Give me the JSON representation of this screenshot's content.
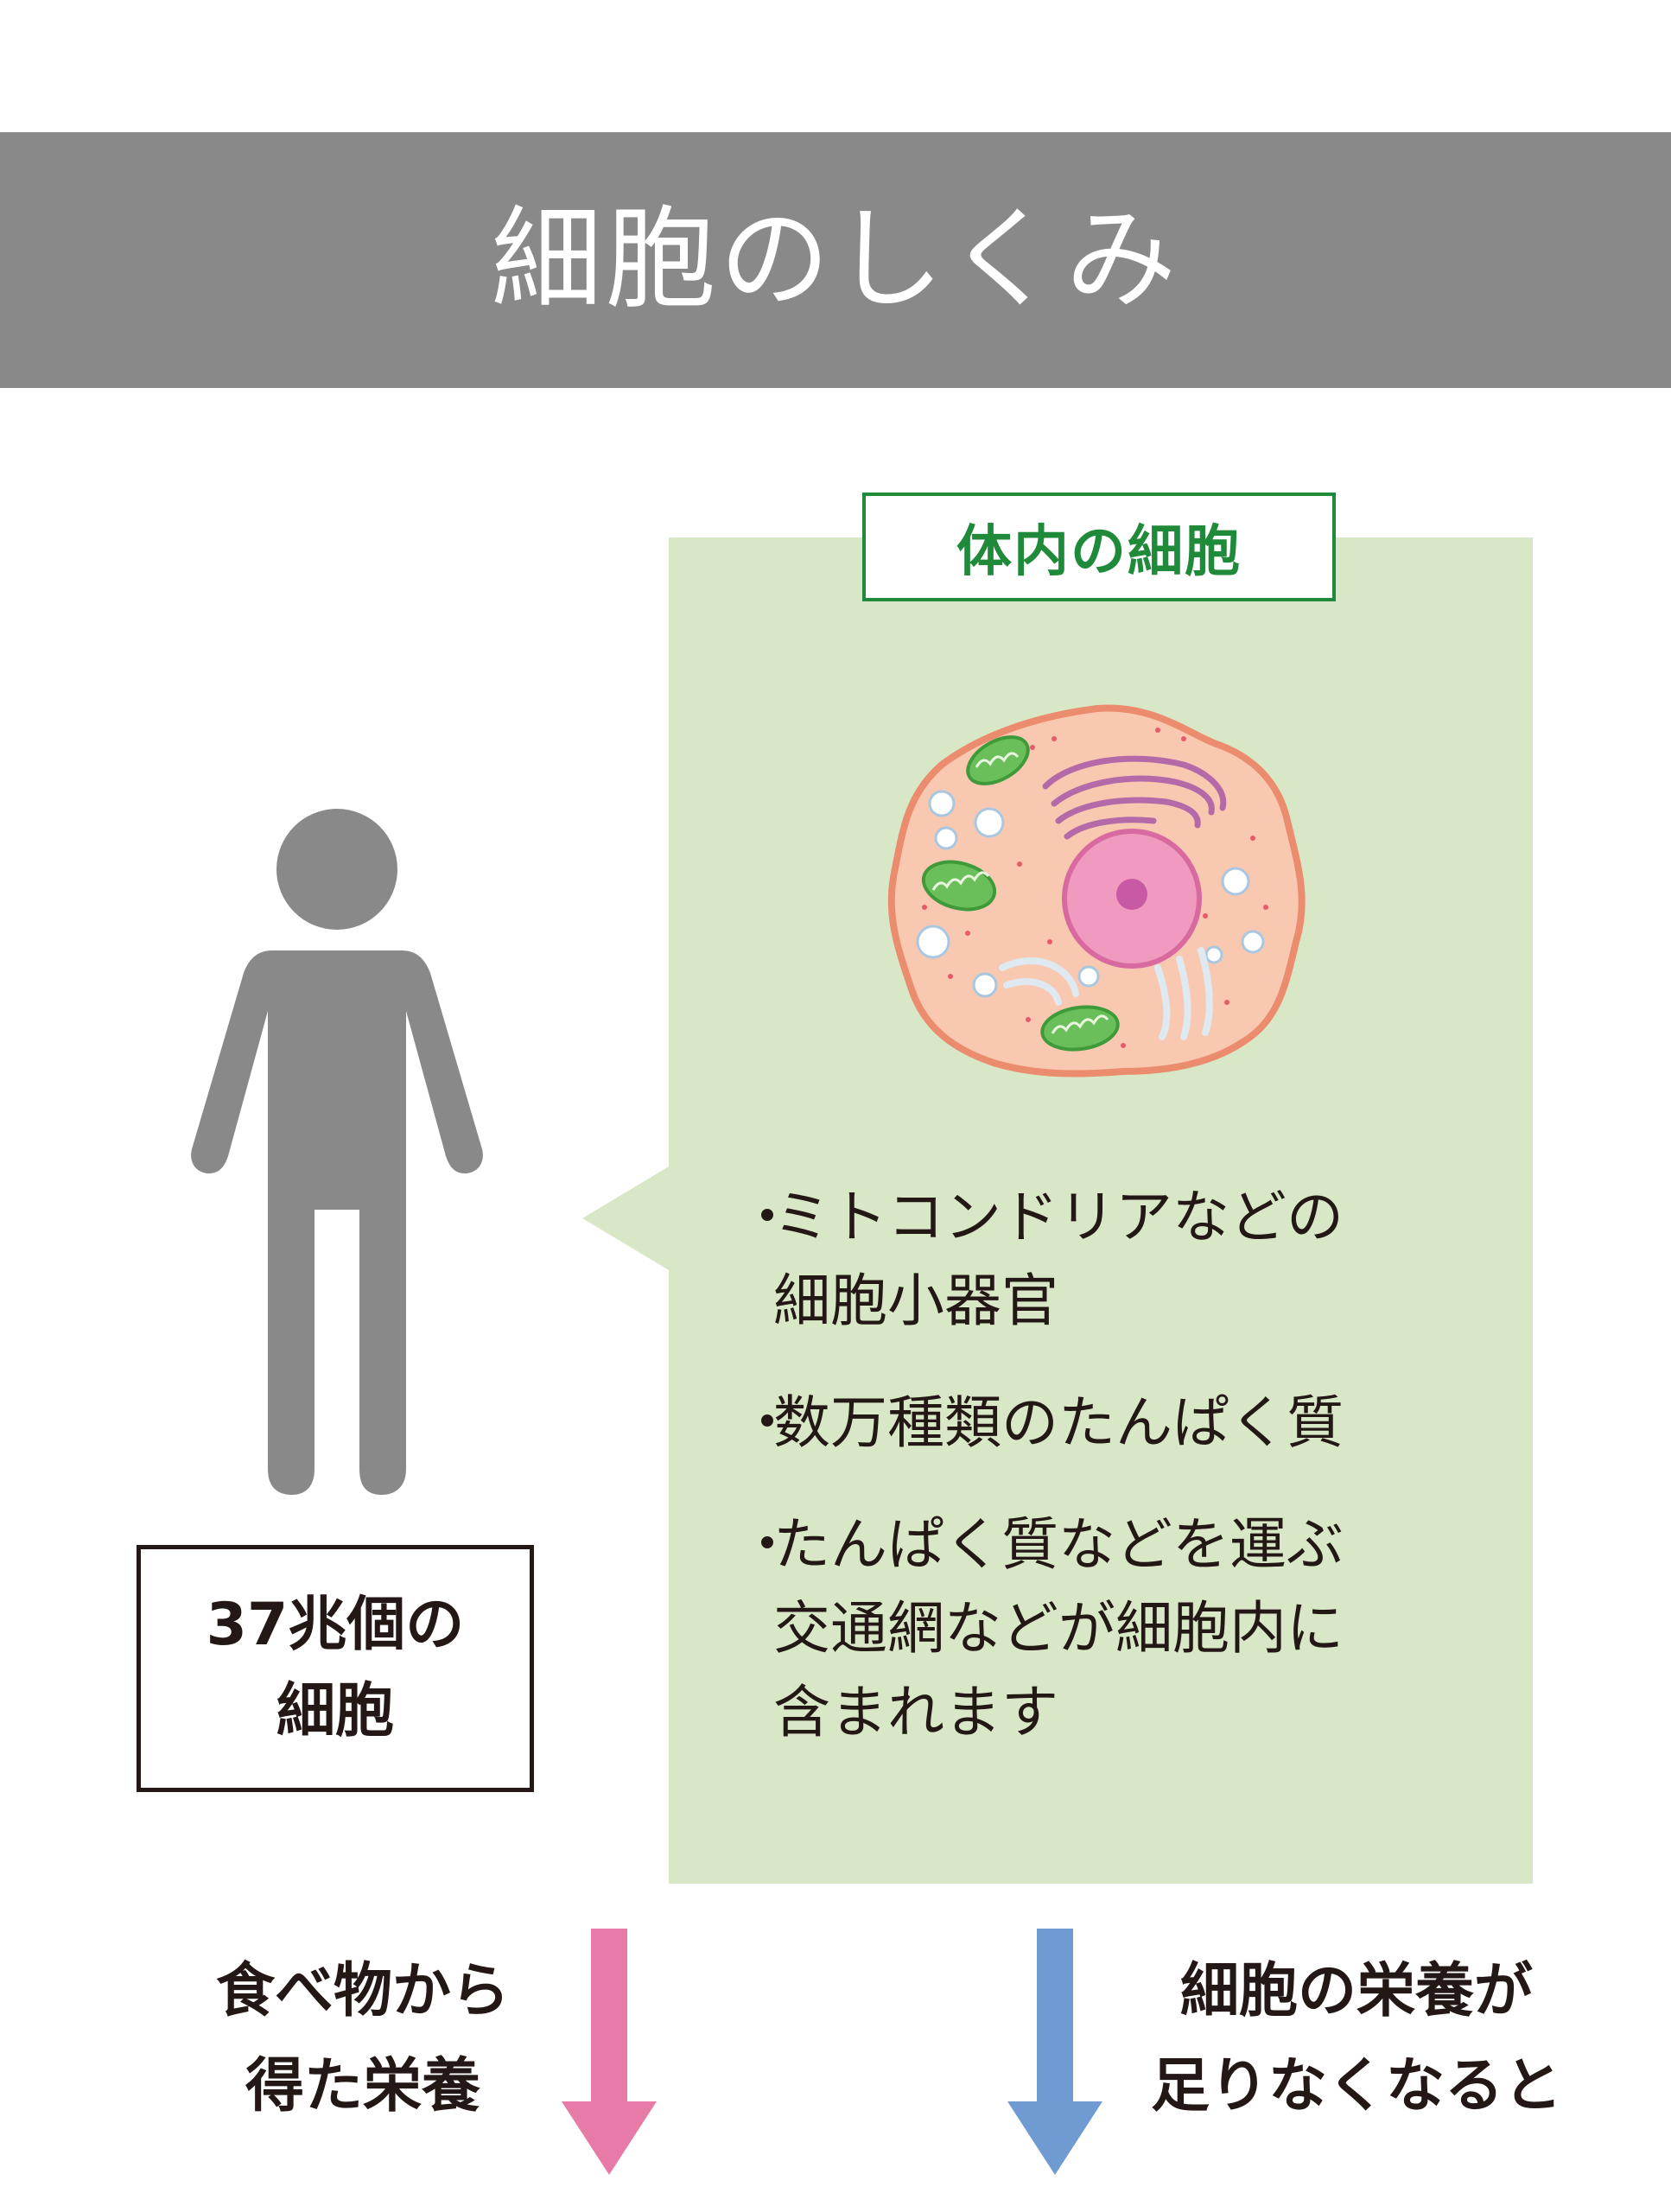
{
  "header": {
    "title": "細胞のしくみ"
  },
  "panel": {
    "label": "体内の細胞",
    "bullets": [
      {
        "marker": "・",
        "text": "ミトコンドリアなどの\n細胞小器官"
      },
      {
        "marker": "・",
        "text": "数万種類のたんぱく質"
      },
      {
        "marker": "・",
        "text": "たんぱく質などを運ぶ\n交通網などが細胞内に\n含まれます"
      }
    ]
  },
  "person": {
    "count_label": "37兆個の\n細胞"
  },
  "footer": {
    "left_note": "食べ物から\n得た栄養",
    "right_note": "細胞の栄養が\n足りなくなると"
  },
  "colors": {
    "banner": "#898989",
    "panel": "#d8e8c6",
    "label_green": "#1e8a3a",
    "person": "#898989",
    "arrow_pink": "#e87aa8",
    "arrow_blue": "#6f9bd2"
  }
}
